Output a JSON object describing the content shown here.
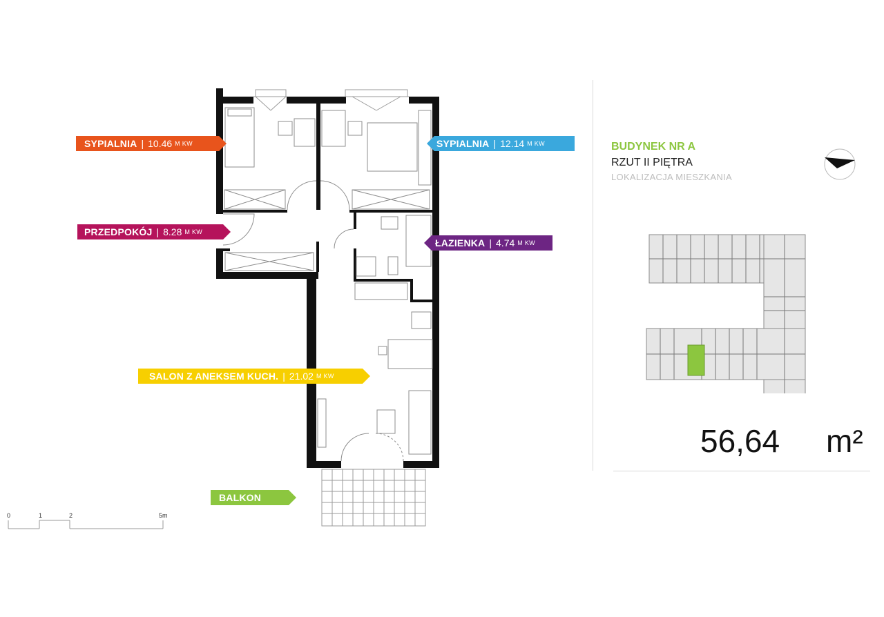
{
  "rooms": [
    {
      "name": "SYPIALNIA",
      "area": "10.46",
      "unit": "M KW",
      "color": "#e8541c"
    },
    {
      "name": "SYPIALNIA",
      "area": "12.14",
      "unit": "M KW",
      "color": "#3aa8dd"
    },
    {
      "name": "PRZEDPOKÓJ",
      "area": "8.28",
      "unit": "M KW",
      "color": "#b5135b"
    },
    {
      "name": "ŁAZIENKA",
      "area": "4.74",
      "unit": "M KW",
      "color": "#6d2583"
    },
    {
      "name": "SALON Z ANEKSEM KUCH.",
      "area": "21.02",
      "unit": "M KW",
      "color": "#f7cf00"
    },
    {
      "name": "BALKON",
      "color": "#8cc63f"
    }
  ],
  "separator": "|",
  "info": {
    "building": "BUDYNEK NR A",
    "floor": "RZUT II PIĘTRA",
    "location": "LOKALIZACJA MIESZKANIA"
  },
  "total": {
    "value": "56,64",
    "unit": "m²"
  },
  "scale": {
    "labels": [
      "0",
      "1",
      "2",
      "5m"
    ]
  },
  "icons": {
    "compass": "north-arrow-icon"
  },
  "colors": {
    "highlight": "#8cc63f",
    "walls": "#111111"
  }
}
